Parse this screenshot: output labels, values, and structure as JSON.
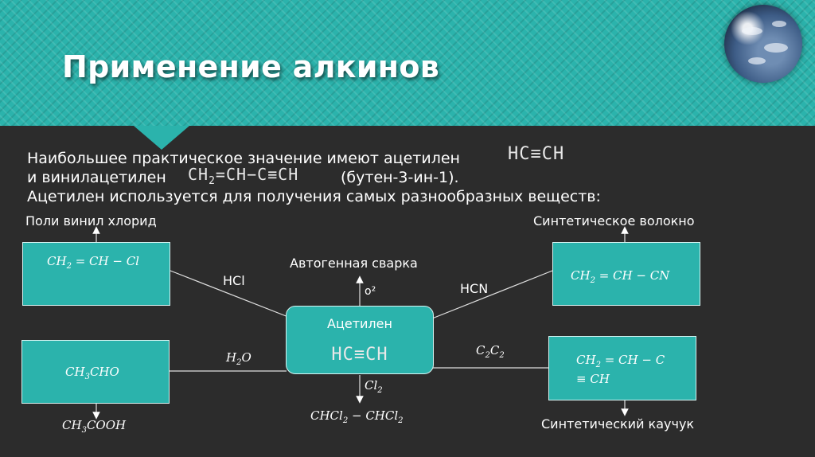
{
  "title": "Применение алкинов",
  "intro": {
    "line1_text": "Наибольшее практическое значение имеют ацетилен",
    "line1_formula": "HC≡CH",
    "line2_text": "и винилацетилен",
    "line2_formula_a": "CH",
    "line2_formula_sub": "2",
    "line2_formula_b": "=CH−C≡CH",
    "line2_name": "(бутен-3-ин-1).",
    "line3_text": "Ацетилен используется для получения самых разнообразных веществ:"
  },
  "diagram": {
    "center": {
      "name": "Ацетилен",
      "formula": "HC≡CH"
    },
    "top_label": "Автогенная сварка",
    "top_reagent": "o²",
    "bottom_reagent": {
      "base": "Cl",
      "sub": "2"
    },
    "bottom_product": {
      "a": "CHCl",
      "a_sub": "2",
      "op": " − ",
      "b": "CHCl",
      "b_sub": "2"
    },
    "left_top_box": {
      "formula_a": "CH",
      "formula_sub": "2",
      "formula_b": " = CH − Cl"
    },
    "left_top_product": "Поли винил хлорид",
    "left_top_reagent": "HCl",
    "left_bottom_box": {
      "formula_a": "CH",
      "formula_sub": "3",
      "formula_b": "CHO"
    },
    "left_bottom_product": {
      "a": "CH",
      "sub": "3",
      "b": "COOH"
    },
    "left_bottom_reagent": {
      "a": "H",
      "sub": "2",
      "b": "O"
    },
    "right_top_box": {
      "formula_a": "CH",
      "formula_sub": "2",
      "formula_b": " = CH − CN"
    },
    "right_top_product": "Синтетическое волокно",
    "right_top_reagent": "HCN",
    "right_bottom_box": {
      "formula_a": "CH",
      "formula_sub": "2",
      "formula_b": " = CH − C",
      "formula_line2": "≡ CH"
    },
    "right_bottom_product": "Синтетический каучук",
    "right_bottom_reagent": {
      "a": "C",
      "sub1": "2",
      "b": "C",
      "sub2": "2"
    }
  },
  "colors": {
    "accent": "#2bb3ac",
    "background": "#2c2c2c",
    "text": "#ffffff"
  }
}
